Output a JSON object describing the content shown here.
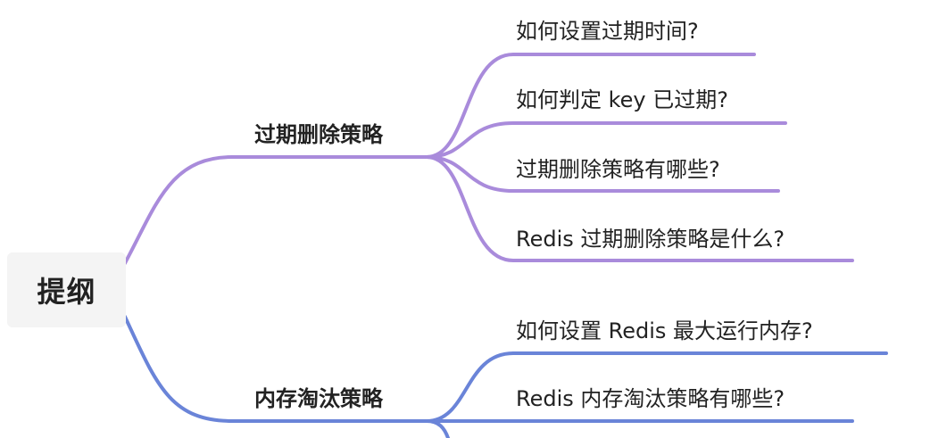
{
  "root": {
    "label": "提纲"
  },
  "branches": [
    {
      "label": "过期删除策略",
      "color": "#a98bdb",
      "leaves": [
        {
          "label": "如何设置过期时间?"
        },
        {
          "label": "如何判定 key 已过期?"
        },
        {
          "label": "过期删除策略有哪些?"
        },
        {
          "label": "Redis 过期删除策略是什么?"
        }
      ]
    },
    {
      "label": "内存淘汰策略",
      "color": "#6a84d8",
      "leaves": [
        {
          "label": "如何设置 Redis 最大运行内存?"
        },
        {
          "label": "Redis 内存淘汰策略有哪些?"
        }
      ]
    }
  ]
}
